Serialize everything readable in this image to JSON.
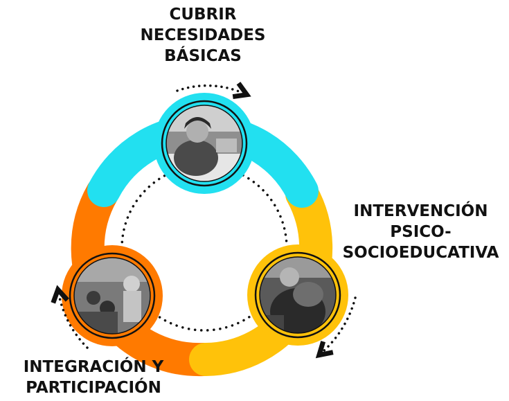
{
  "diagram": {
    "type": "cycle",
    "colors": {
      "cyan": "#22E0F0",
      "yellow": "#FFC20A",
      "orange": "#FF7A00",
      "ring_outline": "#111111",
      "photo_fill": "#3a3a3a"
    },
    "stages": [
      {
        "id": "basic-needs",
        "color": "cyan",
        "label_lines": [
          "CUBRIR",
          "NECESIDADES",
          "BÁSICAS"
        ],
        "photo": "woman-smiling-photo"
      },
      {
        "id": "psycho-socioeducational",
        "color": "yellow",
        "label_lines": [
          "INTERVENCIÓN",
          "PSICO-",
          "SOCIOEDUCATIVA"
        ],
        "photo": "two-people-hugging-photo"
      },
      {
        "id": "integration-participation",
        "color": "orange",
        "label_lines": [
          "INTEGRACIÓN Y",
          "PARTICIPACIÓN"
        ],
        "photo": "group-gathering-photo"
      }
    ]
  }
}
